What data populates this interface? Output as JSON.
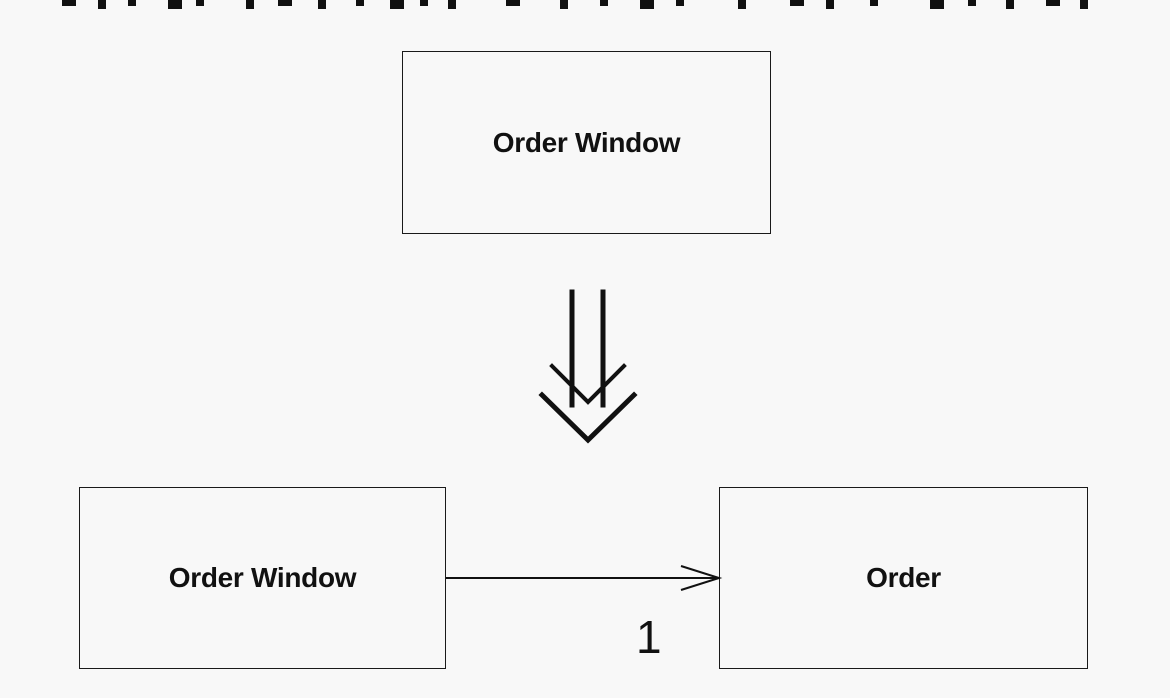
{
  "diagram": {
    "nodes": [
      {
        "id": "top",
        "label": "Order Window"
      },
      {
        "id": "bottom_left",
        "label": "Order Window"
      },
      {
        "id": "bottom_right",
        "label": "Order"
      }
    ],
    "edges": [
      {
        "from": "bottom_left",
        "to": "bottom_right",
        "type": "association-navigable",
        "multiplicity": "1"
      }
    ],
    "transformation_arrow": {
      "type": "double-shaft-down"
    }
  }
}
